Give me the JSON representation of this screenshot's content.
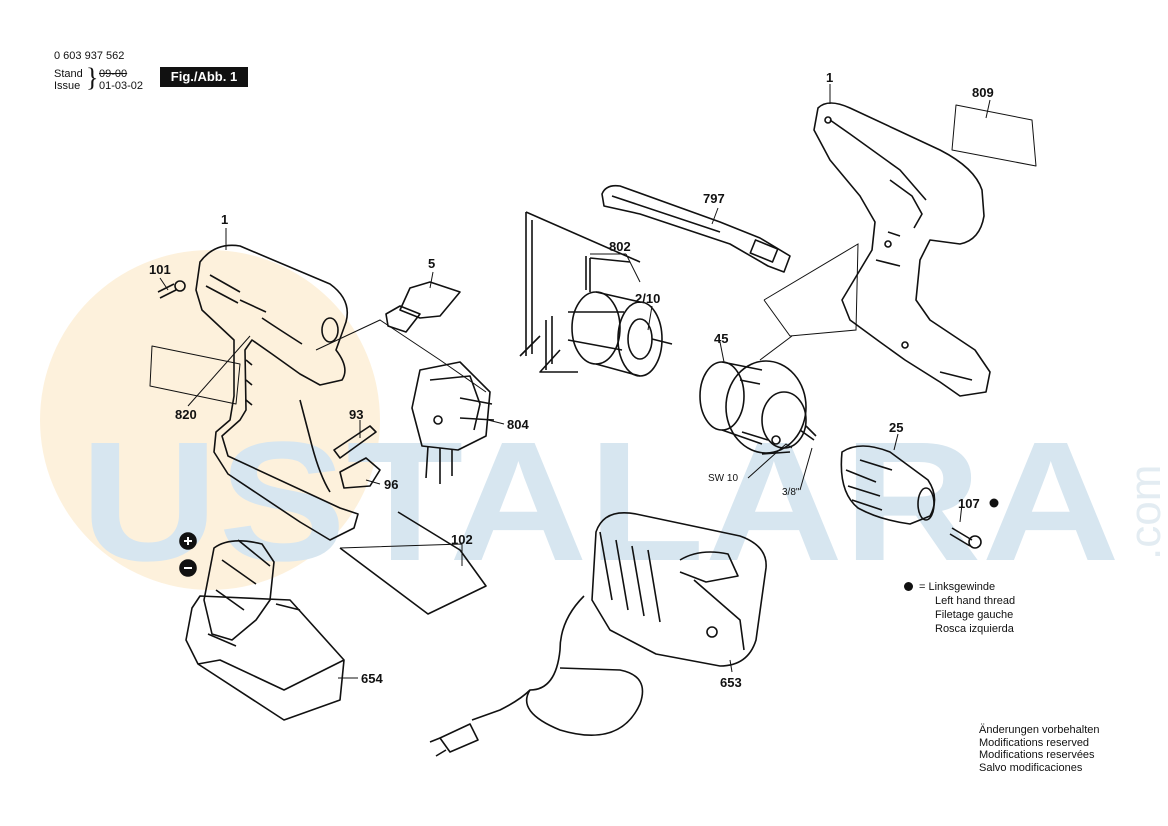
{
  "header": {
    "part_number": "0 603 937 562",
    "stand_label": "Stand",
    "stand_value": "09-00",
    "issue_label": "Issue",
    "issue_value": "01-03-02",
    "figure_label": "Fig./Abb. 1"
  },
  "watermark": {
    "text": "USTALARA",
    "side_text": ".com",
    "colors": {
      "letters": "#d7e6f0",
      "circle": "#fdf1dc"
    }
  },
  "parts": [
    {
      "num": "1"
    },
    {
      "num": "1"
    },
    {
      "num": "809"
    },
    {
      "num": "797"
    },
    {
      "num": "802"
    },
    {
      "num": "2/10"
    },
    {
      "num": "101"
    },
    {
      "num": "5"
    },
    {
      "num": "45"
    },
    {
      "num": "820"
    },
    {
      "num": "93"
    },
    {
      "num": "804"
    },
    {
      "num": "96"
    },
    {
      "num": "25"
    },
    {
      "num": "107"
    },
    {
      "num": "102"
    },
    {
      "num": "654"
    },
    {
      "num": "653"
    }
  ],
  "annotations": {
    "sw10": "SW 10",
    "three_eighths": "3/8\""
  },
  "legend": {
    "symbol": "=",
    "lines": [
      "Linksgewinde",
      "Left hand thread",
      "Filetage gauche",
      "Rosca izquierda"
    ]
  },
  "footer": {
    "lines": [
      "Änderungen vorbehalten",
      "Modifications reserved",
      "Modifications reservées",
      "Salvo modificaciones"
    ]
  }
}
